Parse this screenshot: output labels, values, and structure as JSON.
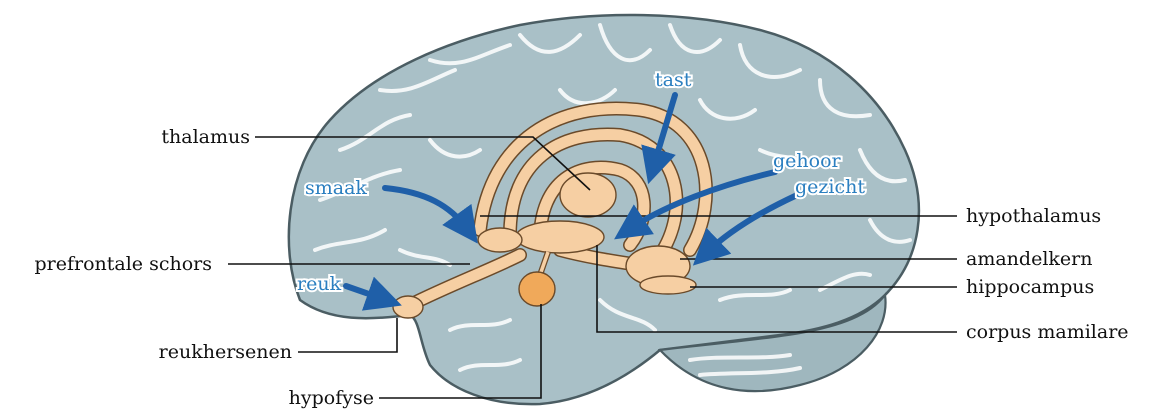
{
  "colors": {
    "brain_fill": "#a9c0c7",
    "brain_outline": "#4b5d63",
    "limbic_fill": "#f6cfa3",
    "hypophysis_fill": "#f0a95a",
    "arrow": "#1f5fa8",
    "sense_text": "#2b7fc0"
  },
  "labels": {
    "thalamus": "thalamus",
    "prefrontale_schors": "prefrontale schors",
    "reukhersenen": "reukhersenen",
    "hypofyse": "hypofyse",
    "hypothalamus": "hypothalamus",
    "amandelkern": "amandelkern",
    "hippocampus": "hippocampus",
    "corpus_mamilare": "corpus mamilare"
  },
  "senses": {
    "tast": "tast",
    "smaak": "smaak",
    "gehoor": "gehoor",
    "gezicht": "gezicht",
    "reuk": "reuk"
  }
}
